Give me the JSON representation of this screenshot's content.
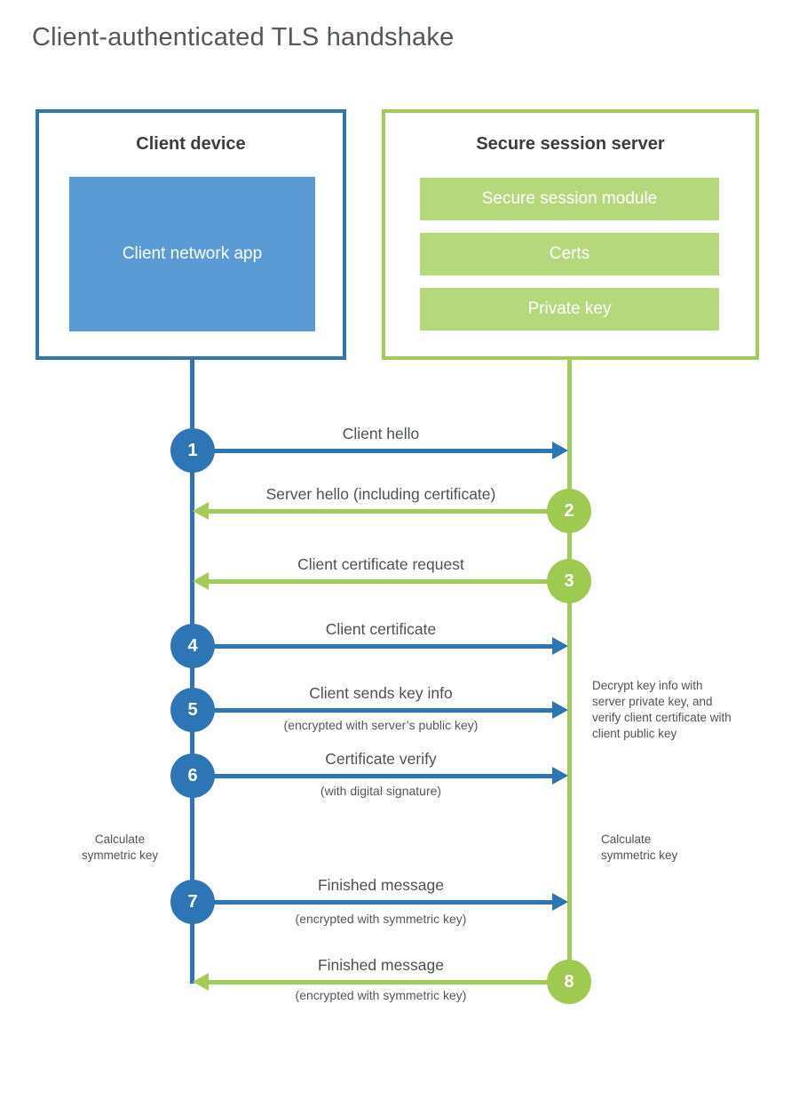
{
  "title": "Client-authenticated TLS handshake",
  "colors": {
    "client_blue": "#2e75b6",
    "client_blue_light": "#5b9bd5",
    "server_green": "#a3cc57",
    "server_green_light": "#b5d87d",
    "badge_green": "#9fca52",
    "text_gray": "#4d5055",
    "heading_gray": "#3b3d42"
  },
  "icons": {
    "arrowhead_right": "css-triangle-right",
    "arrowhead_left": "css-triangle-left"
  },
  "client": {
    "title": "Client device",
    "app_label": "Client network app"
  },
  "server": {
    "title": "Secure session server",
    "modules": [
      "Secure session module",
      "Certs",
      "Private key"
    ]
  },
  "steps": [
    {
      "num": "1",
      "label": "Client hello",
      "sub": "",
      "direction": "client-to-server"
    },
    {
      "num": "2",
      "label": "Server hello (including certificate)",
      "sub": "",
      "direction": "server-to-client"
    },
    {
      "num": "3",
      "label": "Client certificate request",
      "sub": "",
      "direction": "server-to-client"
    },
    {
      "num": "4",
      "label": "Client certificate",
      "sub": "",
      "direction": "client-to-server"
    },
    {
      "num": "5",
      "label": "Client sends key info",
      "sub": "(encrypted with server’s public key)",
      "direction": "client-to-server"
    },
    {
      "num": "6",
      "label": "Certificate verify",
      "sub": "(with digital signature)",
      "direction": "client-to-server"
    },
    {
      "num": "7",
      "label": "Finished message",
      "sub": "(encrypted with symmetric key)",
      "direction": "client-to-server"
    },
    {
      "num": "8",
      "label": "Finished message",
      "sub": "(encrypted with symmetric key)",
      "direction": "server-to-client"
    }
  ],
  "notes": {
    "decrypt": "Decrypt key info with server private key, and verify client certificate with client public key",
    "calc_left": "Calculate symmetric key",
    "calc_right": "Calculate symmetric key"
  }
}
